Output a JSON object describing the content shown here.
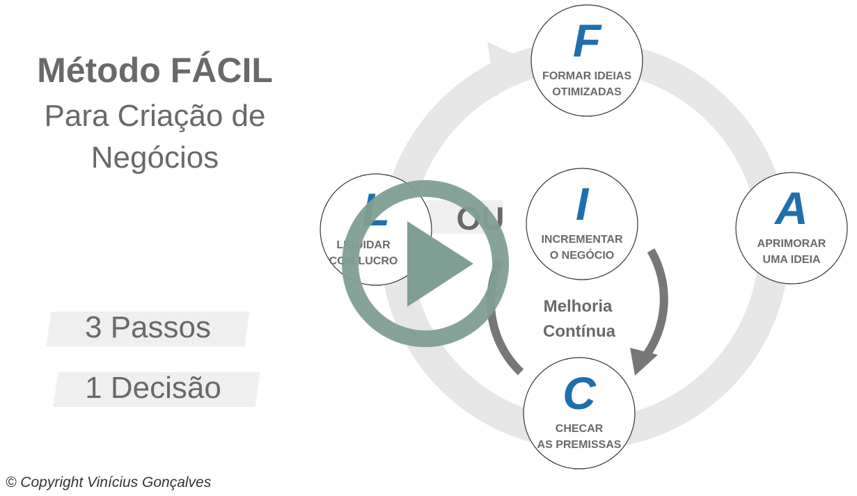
{
  "title": {
    "line1": "Método FÁCIL",
    "line2": "Para Criação de",
    "line3": "Negócios"
  },
  "tags": [
    "3 Passos",
    "1 Decisão"
  ],
  "copyright": "© Copyright  Vinícius Gonçalves",
  "diagram": {
    "nodes": [
      {
        "letter": "F",
        "line1": "FORMAR IDEIAS",
        "line2": "OTIMIZADAS"
      },
      {
        "letter": "A",
        "line1": "APRIMORAR",
        "line2": "UMA IDEIA"
      },
      {
        "letter": "C",
        "line1": "CHECAR",
        "line2": "AS PREMISSAS"
      },
      {
        "letter": "L",
        "line1": "LIQUIDAR",
        "line2": "COM LUCRO"
      },
      {
        "letter": "I",
        "line1": "INCREMENTAR",
        "line2": "O NEGÓCIO"
      }
    ],
    "ou": "OU",
    "center1": "Melhoria",
    "center2": "Contínua"
  },
  "colors": {
    "accent": "#1f6fad",
    "text": "#6b6868",
    "ring": "#e6e6e6",
    "play": "#7f9e94"
  }
}
